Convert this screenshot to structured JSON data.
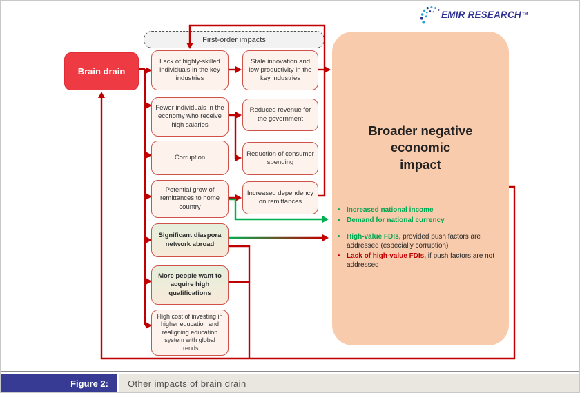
{
  "logo": {
    "name": "EMIR RESEARCH",
    "tm": "TM"
  },
  "first_order_label": "First-order impacts",
  "brain_drain": "Brain drain",
  "left_boxes": [
    {
      "label": "Lack of highly-skilled individuals in the key industries"
    },
    {
      "label": "Fewer individuals in the economy who receive high salaries"
    },
    {
      "label": "Corruption"
    },
    {
      "label": "Potential grow of remittances to home country"
    },
    {
      "label": "Significant diaspora network abroad"
    },
    {
      "label": "More people want to acquire high qualifications"
    },
    {
      "label": "High cost of investing in higher education and realigning education system with global trends"
    }
  ],
  "right_boxes": [
    {
      "label": "Stale innovation and low productivity in the key industries"
    },
    {
      "label": "Reduced revenue for the government"
    },
    {
      "label": "Reduction of consumer spending"
    },
    {
      "label": "Increased dependency on remittances"
    }
  ],
  "impact_title": "Broader negative\neconomic\nimpact",
  "bullets": [
    {
      "strong": "Increased national income",
      "rest": "",
      "color": "green"
    },
    {
      "strong": "Demand for national currency",
      "rest": "",
      "color": "green"
    },
    {
      "strong": "High-value FDIs,",
      "rest": " provided push factors are addressed (especially corruption)",
      "color": "green"
    },
    {
      "strong": "Lack of high-value FDIs,",
      "rest": " if push factors are not addressed",
      "color": "red"
    }
  ],
  "figure_bar": {
    "label": "Figure 2:",
    "caption": "Other impacts of brain drain"
  },
  "colors": {
    "connector_red": "#C00000",
    "green": "#00B050",
    "peach": "#F8CBAD",
    "figure_blue": "#373B93",
    "box_border": "#D0504A",
    "logo_blue": "#2E3192"
  }
}
